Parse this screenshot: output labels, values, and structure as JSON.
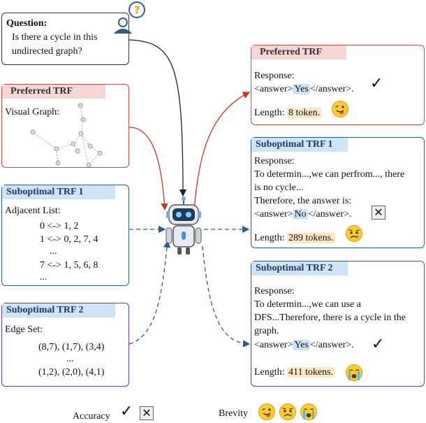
{
  "question": {
    "label": "Question:",
    "line1": "Is there a cycle in this",
    "line2": "undirected graph?"
  },
  "left_preferred": {
    "title": "Preferred TRF",
    "body": "Visual Graph:"
  },
  "left_sub1": {
    "title": "Suboptimal TRF 1",
    "body": "Adjacent List:",
    "lines": [
      "0 <-> 1, 2",
      "1 <-> 0, 2, 7, 4",
      "...",
      "7 <-> 1, 5, 6, 8",
      "..."
    ]
  },
  "left_sub2": {
    "title": "Suboptimal TRF 2",
    "body": "Edge Set:",
    "lines": [
      "(8,7), (1,7), (3,4)",
      "...",
      "(1,2), (2,0), (4,1)"
    ]
  },
  "right_preferred": {
    "title": "Preferred TRF",
    "response_label": "Response:",
    "answer_open": "<answer>",
    "answer_value": "Yes",
    "answer_close": "</answer>.",
    "length_label": "Length:",
    "length_value": "8 token.",
    "mark": "✓"
  },
  "right_sub1": {
    "title": "Suboptimal TRF 1",
    "response_label": "Response:",
    "line1": "To determin...,we can perfrom..., there",
    "line2": "is no cycle...",
    "line3": "Therefore, the answer is:",
    "answer_open": "<answer>",
    "answer_value": "No",
    "answer_close": "</answer>.",
    "length_label": "Length:",
    "length_value": "289 tokens.",
    "mark": "✕"
  },
  "right_sub2": {
    "title": "Suboptimal TRF 2",
    "response_label": "Response:",
    "line1": "To determin...,we can use a",
    "line2": "DFS...Therefore, there is a cycle in the",
    "line3": "graph.",
    "answer_open": "<answer>",
    "answer_value": "Yes",
    "answer_close": "</answer>.",
    "length_label": "Length:",
    "length_value": "411 tokens.",
    "mark": "✓"
  },
  "legend": {
    "accuracy_label": "Accuracy",
    "brevity_label": "Brevity",
    "check": "✓",
    "cross": "✕"
  },
  "colors": {
    "red_border": "#c0504d",
    "blue_border": "#2e5d8e",
    "purple_border": "#6a3d8f",
    "pink_header": "#f6d5d5",
    "blue_header": "#cfe3f7",
    "arrow_red": "#c0392b",
    "arrow_blue": "#2e5d8e"
  }
}
